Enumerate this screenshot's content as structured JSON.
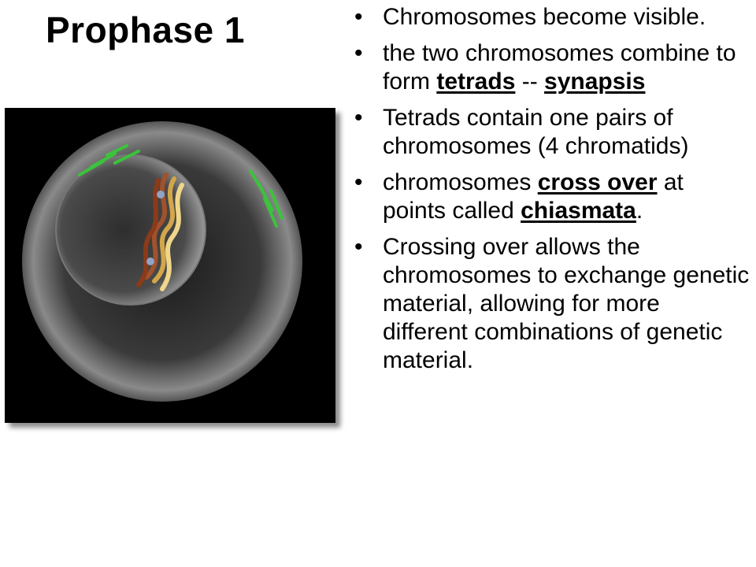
{
  "slide": {
    "title": "Prophase 1",
    "figure_icon": "meiosis-cell-illustration"
  },
  "bullets": [
    {
      "text": "Chromosomes become visible."
    },
    {
      "pre": "the two chromosomes combine to form ",
      "term1": "tetrads",
      "mid": " -- ",
      "term2": "synapsis"
    },
    {
      "text": " Tetrads contain one pairs of chromosomes (4 chromatids)"
    },
    {
      "pre": "chromosomes ",
      "term1": "cross over",
      "mid": " at points called ",
      "term2": "chiasmata",
      "post": "."
    },
    {
      "text": "Crossing over allows the chromosomes to exchange genetic material, allowing for more different combinations of genetic material."
    }
  ]
}
